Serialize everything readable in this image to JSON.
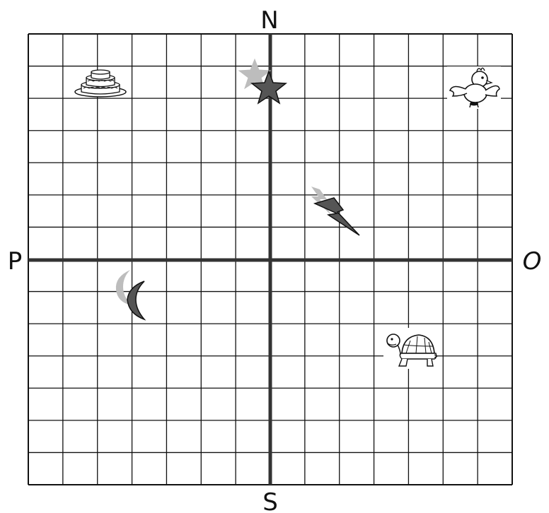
{
  "directions": {
    "north": "N",
    "south": "S",
    "west": "P",
    "east": "O"
  },
  "grid": {
    "columns": 14,
    "rows": 14,
    "line_color": "#111111",
    "axis_color": "#333333"
  },
  "objects": [
    {
      "name": "cake-icon",
      "label": "cake"
    },
    {
      "name": "bird-icon",
      "label": "bird"
    },
    {
      "name": "star-icon",
      "label": "star",
      "color": "#555555",
      "shadow_color": "#bdbdbd"
    },
    {
      "name": "lightning-icon",
      "label": "lightning",
      "color": "#555555",
      "shadow_color": "#bdbdbd"
    },
    {
      "name": "moon-icon",
      "label": "moon",
      "color": "#555555",
      "shadow_color": "#bdbdbd"
    },
    {
      "name": "turtle-icon",
      "label": "turtle"
    }
  ]
}
